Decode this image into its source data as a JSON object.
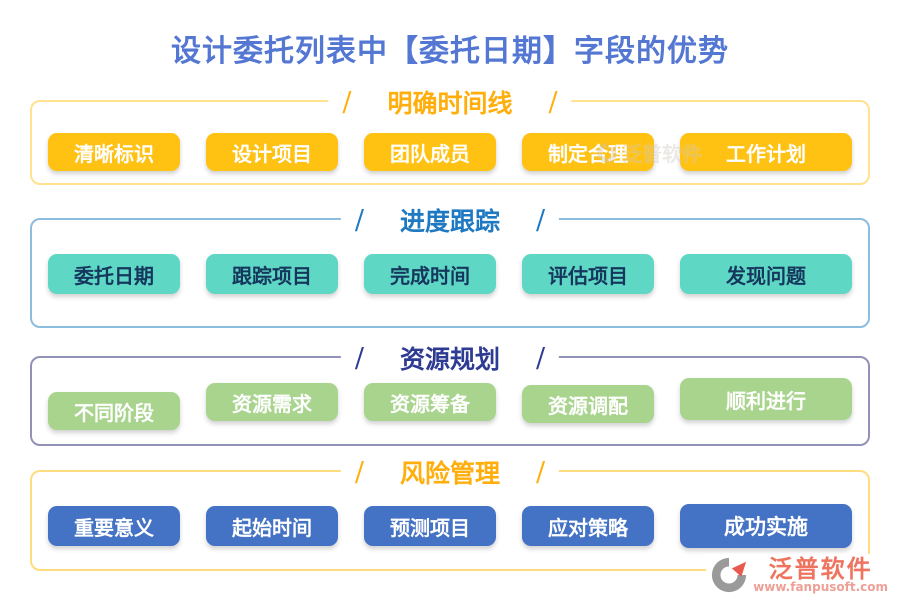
{
  "page": {
    "title": "设计委托列表中【委托日期】字段的优势"
  },
  "decor": {
    "slash": "/"
  },
  "sections": [
    {
      "title": "明确时间线",
      "header_color": "#ffae0c",
      "border_color": "#ffe18f",
      "item_bg": "#ffc112",
      "item_color": "#ffffff",
      "items": [
        "清晰标识",
        "设计项目",
        "团队成员",
        "制定合理",
        "工作计划"
      ]
    },
    {
      "title": "进度跟踪",
      "header_color": "#1e79c2",
      "border_color": "#8cbcde",
      "item_bg": "#5ed7c4",
      "item_color": "#16375d",
      "items": [
        "委托日期",
        "跟踪项目",
        "完成时间",
        "评估项目",
        "发现问题"
      ]
    },
    {
      "title": "资源规划",
      "header_color": "#2e3b92",
      "border_color": "#9292b8",
      "item_bg": "#a9d48e",
      "item_color": "#ffffff",
      "items": [
        "不同阶段",
        "资源需求",
        "资源筹备",
        "资源调配",
        "顺利进行"
      ]
    },
    {
      "title": "风险管理",
      "header_color": "#ffae0c",
      "border_color": "#ffdc7e",
      "item_bg": "#4472c4",
      "item_color": "#ffffff",
      "items": [
        "重要意义",
        "起始时间",
        "预测项目",
        "应对策略",
        "成功实施"
      ]
    }
  ],
  "watermark": {
    "text": "泛普软件"
  },
  "brand": {
    "name": "泛普软件",
    "url": "www.fanpusoft.com"
  }
}
